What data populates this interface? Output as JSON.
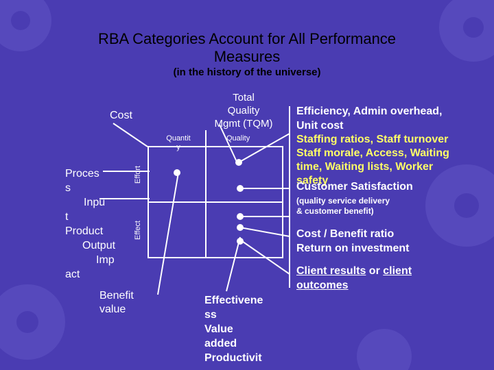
{
  "slide": {
    "title": [
      "RBA Categories Account for All Performance",
      "Measures"
    ],
    "subtitle": "(in the history of the universe)"
  },
  "diagram": {
    "cost": "Cost",
    "tqm": [
      "Total",
      "Quality",
      "Mgmt (TQM)"
    ],
    "quantity": [
      "Quantit",
      "y"
    ],
    "quality": "Quality",
    "effort": "Effort",
    "effect": "Effect",
    "left_words": [
      "Proces",
      "s",
      "Inpu",
      "t",
      "Product",
      "Output",
      "Imp",
      "act"
    ],
    "benefit": [
      "Benefit",
      "value"
    ],
    "effectiveness": [
      "Effectivene",
      "ss",
      "Value",
      "added",
      "Productivit"
    ]
  },
  "right_panel": {
    "efficiency": [
      "Efficiency, Admin overhead,",
      "Unit cost"
    ],
    "staffing": [
      "Staffing ratios, Staff turnover",
      "Staff morale, Access, Waiting",
      "time, Waiting lists, Worker",
      "safety"
    ],
    "customer": "Customer Satisfaction",
    "quality_note": [
      "(quality service delivery",
      "& customer benefit)"
    ],
    "cost_benefit": [
      "Cost / Benefit ratio",
      "Return on investment"
    ],
    "client_results": [
      "Client results",
      " or ",
      "client",
      "outcomes"
    ]
  },
  "colors": {
    "background": "#4a3cb2",
    "title": "#000000",
    "highlight": "#ffff66",
    "text": "#ffffff"
  }
}
